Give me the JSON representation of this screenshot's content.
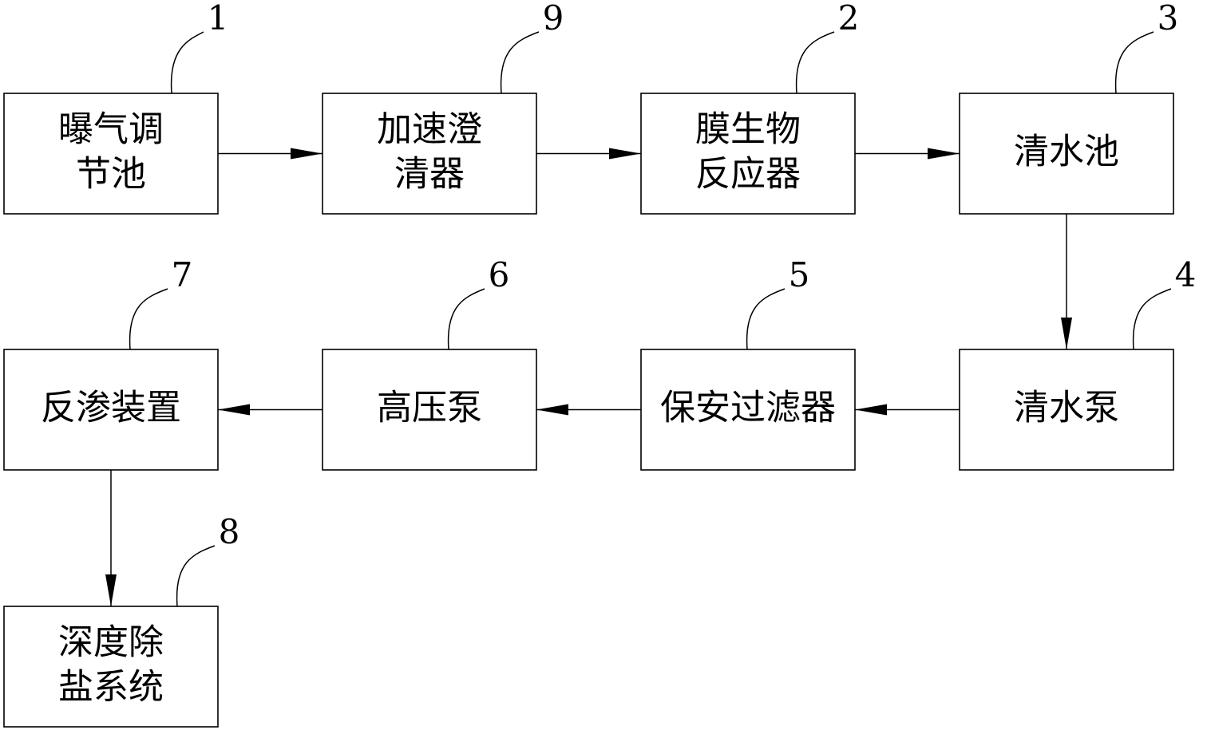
{
  "boxes": [
    {
      "id": "b1",
      "tag": "1",
      "lines": [
        "曝气调",
        "节池"
      ]
    },
    {
      "id": "b9",
      "tag": "9",
      "lines": [
        "加速澄",
        "清器"
      ]
    },
    {
      "id": "b2",
      "tag": "2",
      "lines": [
        "膜生物",
        "反应器"
      ]
    },
    {
      "id": "b3",
      "tag": "3",
      "lines": [
        "清水池"
      ]
    },
    {
      "id": "b4",
      "tag": "4",
      "lines": [
        "清水泵"
      ]
    },
    {
      "id": "b5",
      "tag": "5",
      "lines": [
        "保安过滤器"
      ]
    },
    {
      "id": "b6",
      "tag": "6",
      "lines": [
        "高压泵"
      ]
    },
    {
      "id": "b7",
      "tag": "7",
      "lines": [
        "反渗装置"
      ]
    },
    {
      "id": "b8",
      "tag": "8",
      "lines": [
        "深度除",
        "盐系统"
      ]
    }
  ],
  "flows": [
    {
      "from": "b1",
      "to": "b9"
    },
    {
      "from": "b9",
      "to": "b2"
    },
    {
      "from": "b2",
      "to": "b3"
    },
    {
      "from": "b3",
      "to": "b4"
    },
    {
      "from": "b4",
      "to": "b5"
    },
    {
      "from": "b5",
      "to": "b6"
    },
    {
      "from": "b6",
      "to": "b7"
    },
    {
      "from": "b7",
      "to": "b8"
    }
  ]
}
